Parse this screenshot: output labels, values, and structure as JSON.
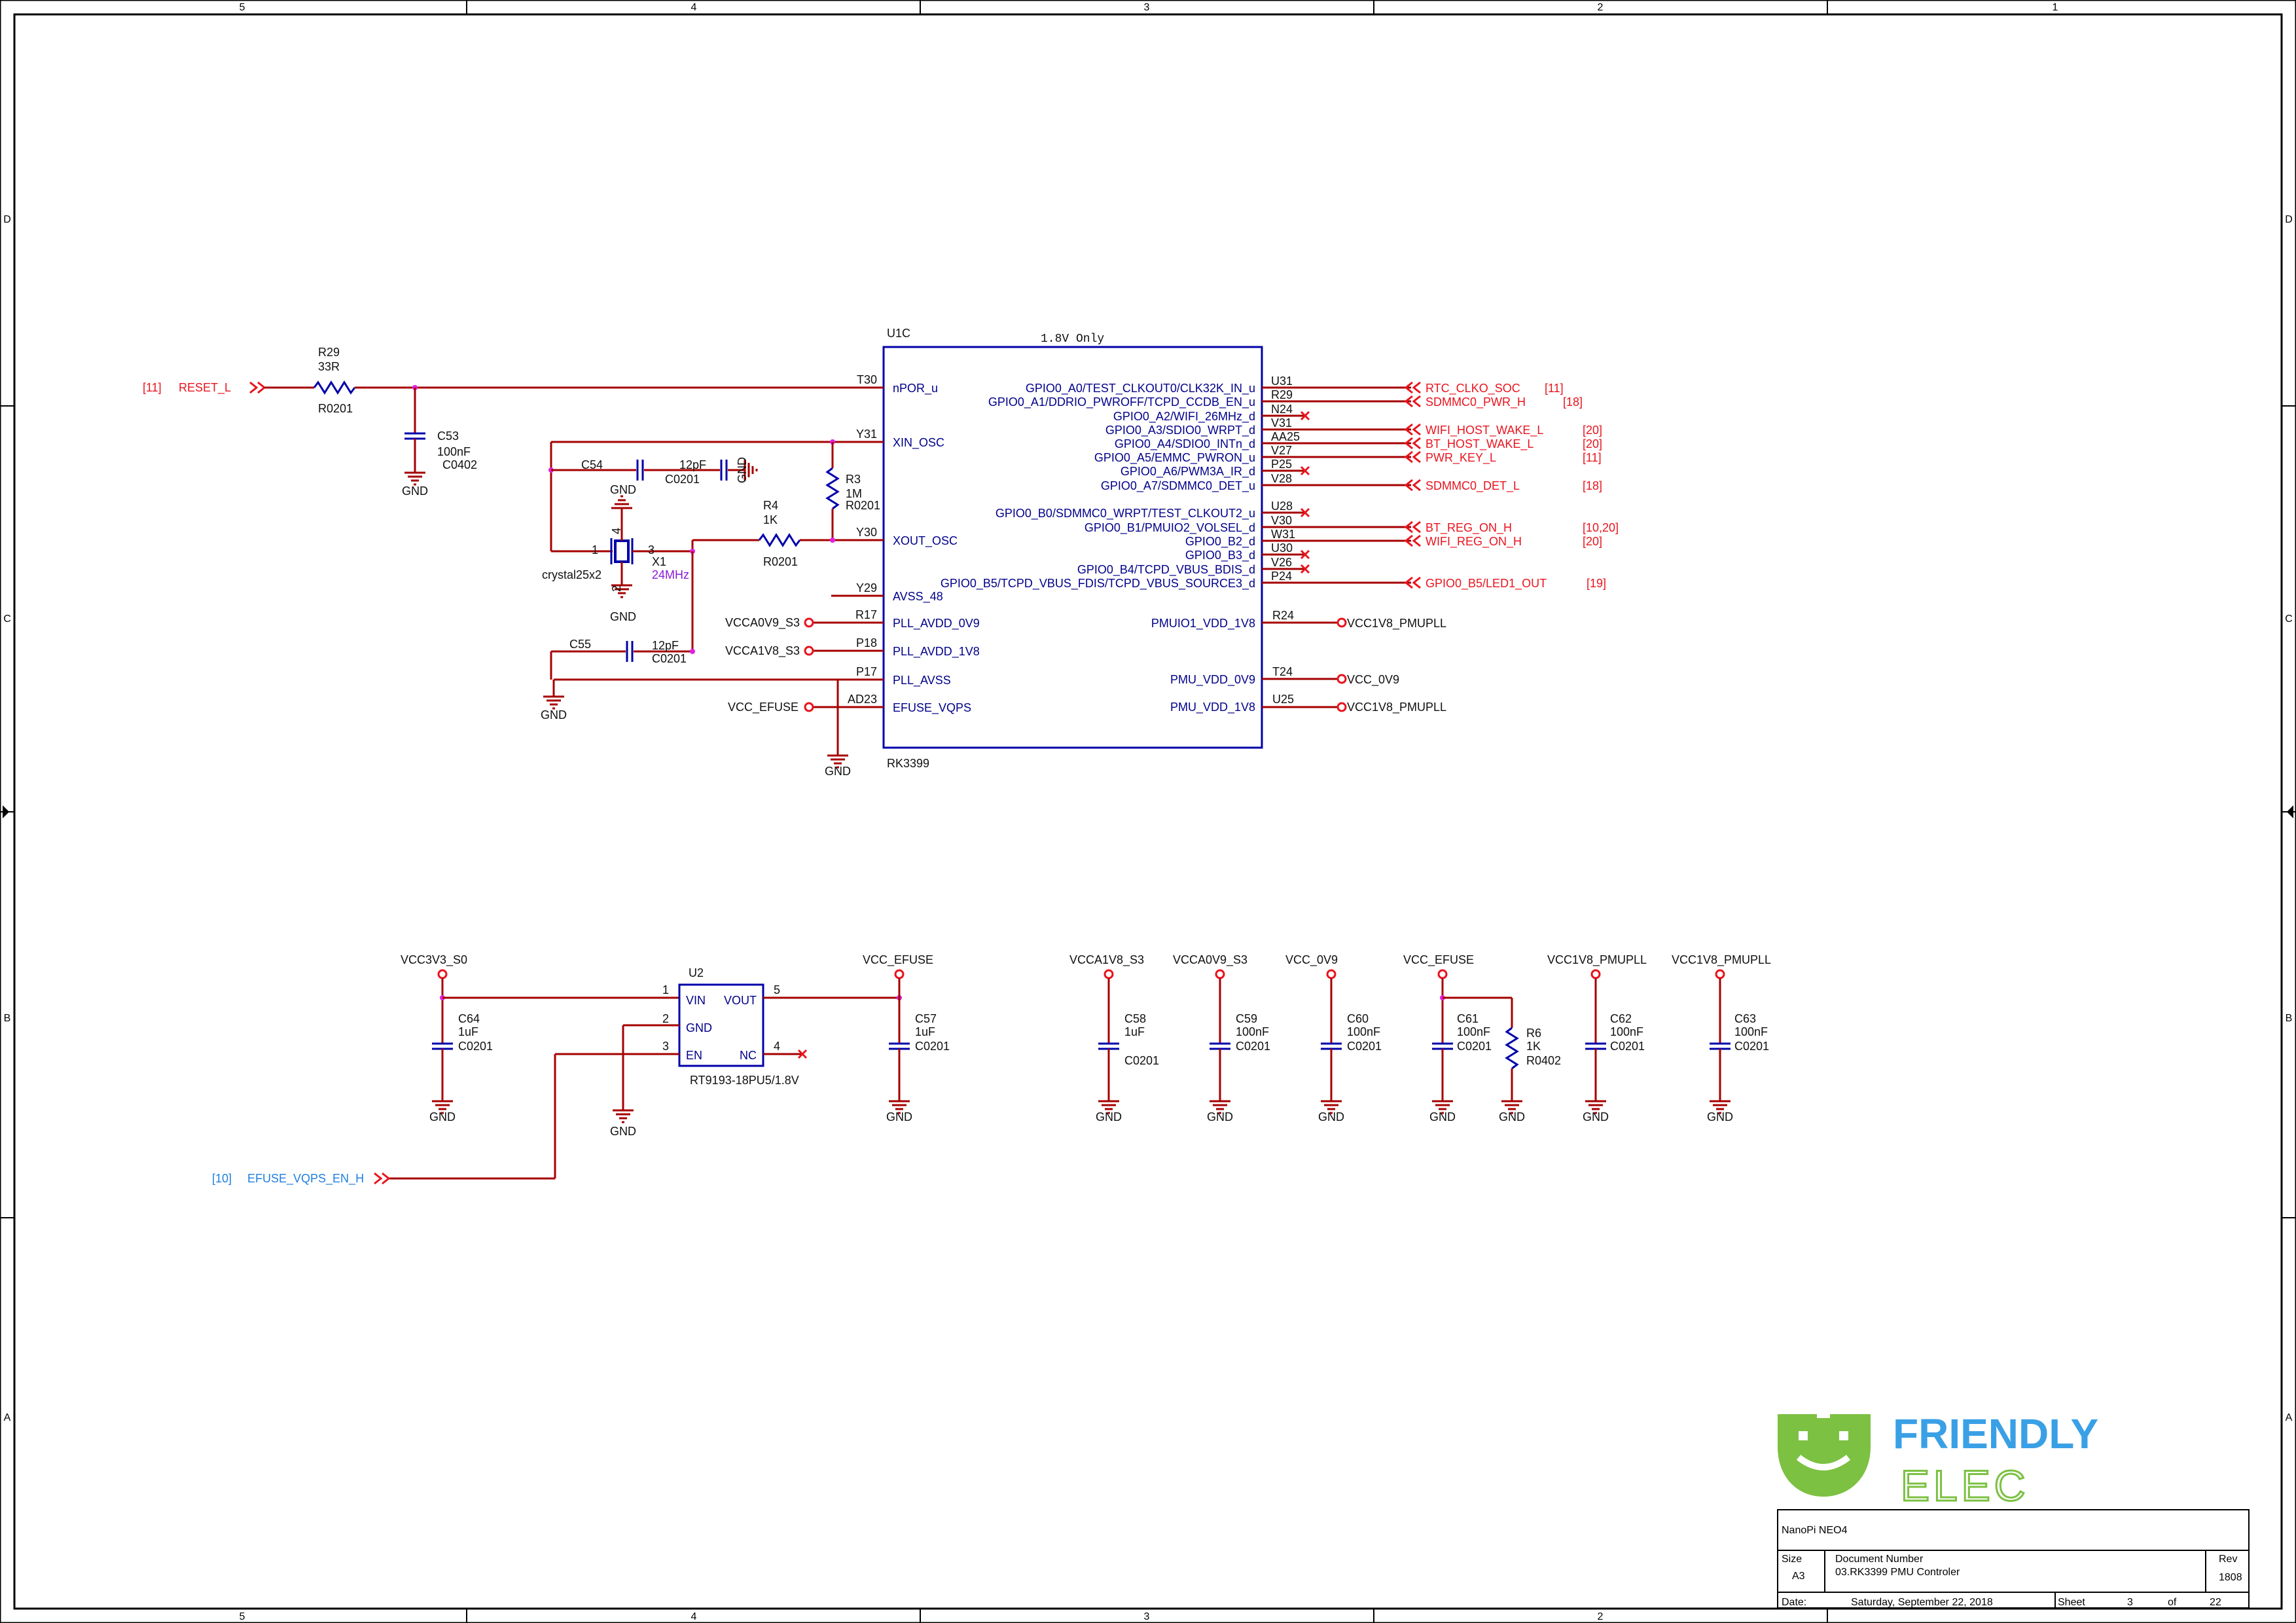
{
  "border": {
    "columns": [
      "5",
      "4",
      "3",
      "2",
      "1"
    ],
    "rows": [
      "D",
      "C",
      "B",
      "A"
    ]
  },
  "chip": {
    "ref": "U1C",
    "part": "RK3399",
    "note": "1.8V Only",
    "left_pins": [
      {
        "num": "T30",
        "name": "nPOR_u"
      },
      {
        "num": "Y31",
        "name": "XIN_OSC"
      },
      {
        "num": "Y30",
        "name": "XOUT_OSC"
      },
      {
        "num": "Y29",
        "name": "AVSS_48"
      },
      {
        "num": "R17",
        "name": "PLL_AVDD_0V9"
      },
      {
        "num": "P18",
        "name": "PLL_AVDD_1V8"
      },
      {
        "num": "P17",
        "name": "PLL_AVSS"
      },
      {
        "num": "AD23",
        "name": "EFUSE_VQPS"
      }
    ],
    "right_pins": [
      {
        "num": "U31",
        "name": "GPIO0_A0/TEST_CLKOUT0/CLK32K_IN_u",
        "net": "RTC_CLKO_SOC",
        "ref": "[11]"
      },
      {
        "num": "R29",
        "name": "GPIO0_A1/DDRIO_PWROFF/TCPD_CCDB_EN_u",
        "net": "SDMMC0_PWR_H",
        "ref": "[18]"
      },
      {
        "num": "N24",
        "name": "GPIO0_A2/WIFI_26MHz_d",
        "net": "",
        "ref": ""
      },
      {
        "num": "V31",
        "name": "GPIO0_A3/SDIO0_WRPT_d",
        "net": "WIFI_HOST_WAKE_L",
        "ref": "[20]"
      },
      {
        "num": "AA25",
        "name": "GPIO0_A4/SDIO0_INTn_d",
        "net": "BT_HOST_WAKE_L",
        "ref": "[20]"
      },
      {
        "num": "V27",
        "name": "GPIO0_A5/EMMC_PWRON_u",
        "net": "PWR_KEY_L",
        "ref": "[11]"
      },
      {
        "num": "P25",
        "name": "GPIO0_A6/PWM3A_IR_d",
        "net": "",
        "ref": ""
      },
      {
        "num": "V28",
        "name": "GPIO0_A7/SDMMC0_DET_u",
        "net": "SDMMC0_DET_L",
        "ref": "[18]"
      },
      {
        "num": "U28",
        "name": "GPIO0_B0/SDMMC0_WRPT/TEST_CLKOUT2_u",
        "net": "",
        "ref": ""
      },
      {
        "num": "V30",
        "name": "GPIO0_B1/PMUIO2_VOLSEL_d",
        "net": "BT_REG_ON_H",
        "ref": "[10,20]"
      },
      {
        "num": "W31",
        "name": "GPIO0_B2_d",
        "net": "WIFI_REG_ON_H",
        "ref": "[20]"
      },
      {
        "num": "U30",
        "name": "GPIO0_B3_d",
        "net": "",
        "ref": ""
      },
      {
        "num": "V26",
        "name": "GPIO0_B4/TCPD_VBUS_BDIS_d",
        "net": "",
        "ref": ""
      },
      {
        "num": "P24",
        "name": "GPIO0_B5/TCPD_VBUS_FDIS/TCPD_VBUS_SOURCE3_d",
        "net": "GPIO0_B5/LED1_OUT",
        "ref": "[19]"
      }
    ],
    "power_pins": [
      {
        "num": "R24",
        "name": "PMUIO1_VDD_1V8",
        "net": "VCC1V8_PMUPLL"
      },
      {
        "num": "T24",
        "name": "PMU_VDD_0V9",
        "net": "VCC_0V9"
      },
      {
        "num": "U25",
        "name": "PMU_VDD_1V8",
        "net": "VCC1V8_PMUPLL"
      }
    ]
  },
  "reset": {
    "ref": "[11]",
    "net": "RESET_L",
    "res_ref": "R29",
    "res_val": "33R",
    "res_pkg": "R0201"
  },
  "c53": {
    "ref": "C53",
    "val": "100nF",
    "pkg": "C0402"
  },
  "c54": {
    "ref": "C54",
    "val": "12pF",
    "pkg": "C0201"
  },
  "c55": {
    "ref": "C55",
    "val": "12pF",
    "pkg": "C0201"
  },
  "r3": {
    "ref": "R3",
    "val": "1M",
    "pkg": "R0201"
  },
  "r4": {
    "ref": "R4",
    "val": "1K",
    "pkg": "R0201"
  },
  "crystal": {
    "ref": "X1",
    "freq": "24MHz",
    "pkg": "crystal25x2",
    "pins": [
      "1",
      "2",
      "3",
      "4"
    ]
  },
  "nets": {
    "gnd": "GND",
    "vcca0v9": "VCCA0V9_S3",
    "vcca1v8": "VCCA1V8_S3",
    "vcc_efuse": "VCC_EFUSE",
    "vcc3v3": "VCC3V3_S0",
    "vcc_0v9": "VCC_0V9",
    "vcc1v8_pmupll": "VCC1V8_PMUPLL"
  },
  "ldo": {
    "ref": "U2",
    "part": "RT9193-18PU5/1.8V",
    "pins": [
      {
        "num": "1",
        "name": "VIN"
      },
      {
        "num": "2",
        "name": "GND"
      },
      {
        "num": "3",
        "name": "EN"
      },
      {
        "num": "5",
        "name": "VOUT"
      },
      {
        "num": "4",
        "name": "NC"
      }
    ],
    "en_ref": "[10]",
    "en_net": "EFUSE_VQPS_EN_H"
  },
  "bottom_caps": [
    {
      "net": "VCC3V3_S0",
      "ref": "C64",
      "val": "1uF",
      "pkg": "C0201"
    },
    {
      "net": "VCC_EFUSE",
      "ref": "C57",
      "val": "1uF",
      "pkg": "C0201"
    },
    {
      "net": "VCCA1V8_S3",
      "ref": "C58",
      "val": "1uF",
      "pkg": "C0201"
    },
    {
      "net": "VCCA0V9_S3",
      "ref": "C59",
      "val": "100nF",
      "pkg": "C0201"
    },
    {
      "net": "VCC_0V9",
      "ref": "C60",
      "val": "100nF",
      "pkg": "C0201"
    },
    {
      "net": "VCC_EFUSE",
      "ref": "C61",
      "val": "100nF",
      "pkg": "C0201"
    },
    {
      "net": "VCC1V8_PMUPLL",
      "ref": "C62",
      "val": "100nF",
      "pkg": "C0201"
    },
    {
      "net": "VCC1V8_PMUPLL",
      "ref": "C63",
      "val": "100nF",
      "pkg": "C0201"
    }
  ],
  "r6": {
    "ref": "R6",
    "val": "1K",
    "pkg": "R0402"
  },
  "logo": {
    "line1": "FRIENDLY",
    "line2": "ELEC",
    "green": "#7cc142",
    "blue": "#3aa0e6"
  },
  "title_block": {
    "project": "NanoPi NEO4",
    "size_label": "Size",
    "size": "A3",
    "docnum_label": "Document Number",
    "docnum": "03.RK3399 PMU Controler",
    "rev_label": "Rev",
    "rev": "1808",
    "date_label": "Date:",
    "date": "Saturday, September 22, 2018",
    "sheet_label": "Sheet",
    "sheet": "3",
    "of_label": "of",
    "total": "22"
  }
}
